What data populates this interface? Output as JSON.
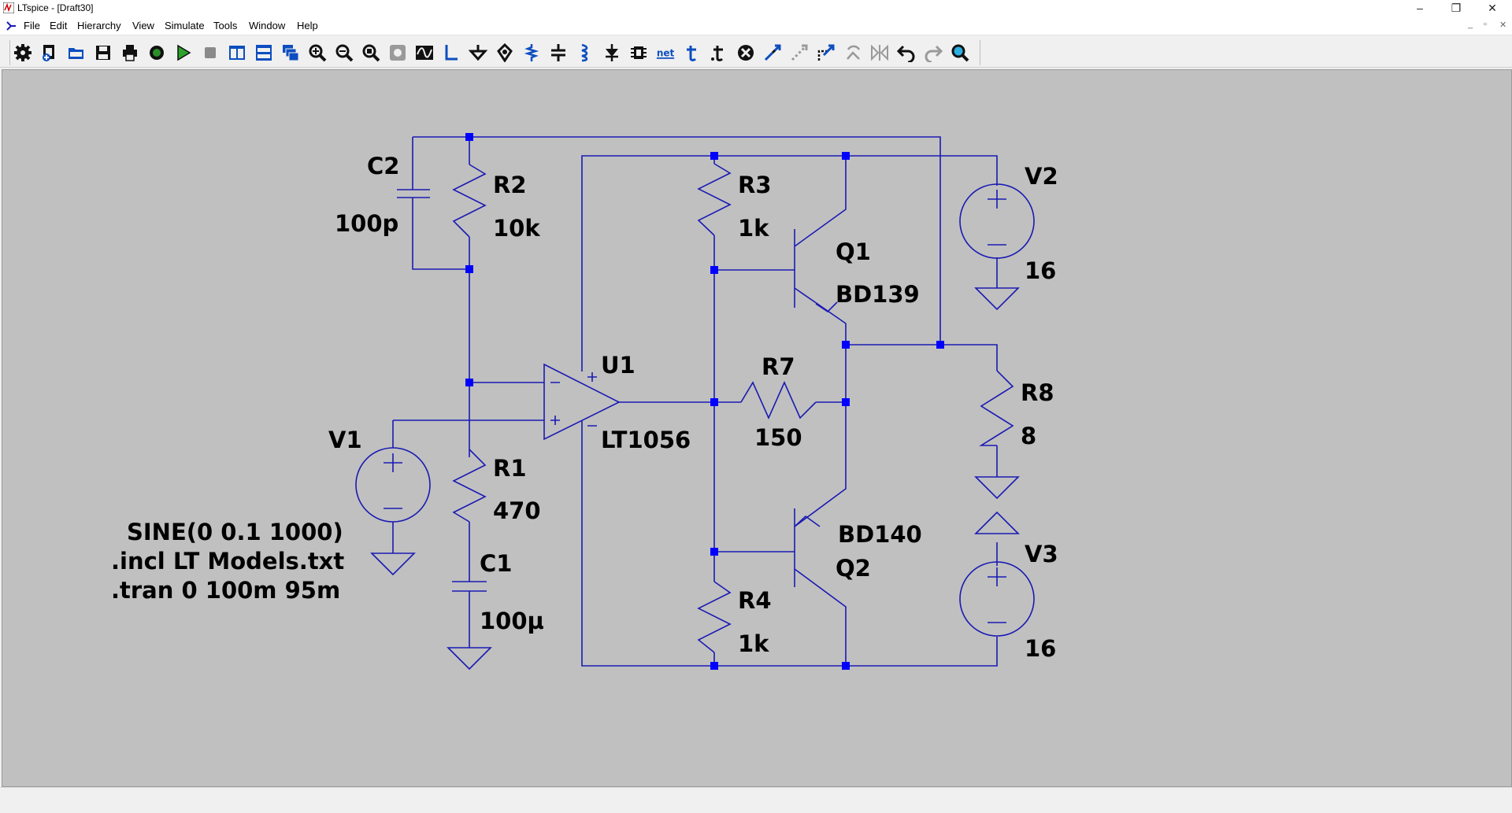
{
  "window": {
    "title": "LTspice - [Draft30]",
    "controls": [
      "–",
      "❐",
      "✕"
    ]
  },
  "menubar": {
    "items": [
      "File",
      "Edit",
      "Hierarchy",
      "View",
      "Simulate",
      "Tools",
      "Window",
      "Help"
    ],
    "mdi_controls": [
      "_",
      "▫",
      "✕"
    ]
  },
  "toolbar": {
    "buttons": [
      "settings",
      "new-schematic",
      "open",
      "save",
      "print",
      "control-panel",
      "run",
      "halt",
      "tile-vertical",
      "tile-horizontal",
      "cascade",
      "zoom-in",
      "zoom-out",
      "zoom-fit",
      "zoom-area",
      "waveform",
      "wire",
      "ground",
      "label-net",
      "resistor",
      "capacitor",
      "inductor",
      "diode",
      "component",
      "net-name",
      "text",
      "spice-directive",
      "delete",
      "duplicate",
      "move",
      "drag",
      "rotate",
      "mirror",
      "undo",
      "redo",
      "find"
    ],
    "net_label": "net"
  },
  "schematic": {
    "colors": {
      "wire": "#1a1ab4",
      "junction": "#0000ff",
      "text": "#000000",
      "canvas": "#c0c0c0"
    },
    "components": {
      "C2": {
        "ref": "C2",
        "value": "100p"
      },
      "R2": {
        "ref": "R2",
        "value": "10k"
      },
      "R3": {
        "ref": "R3",
        "value": "1k"
      },
      "Q1": {
        "ref": "Q1",
        "value": "BD139"
      },
      "V2": {
        "ref": "V2",
        "value": "16"
      },
      "U1": {
        "ref": "U1",
        "value": "LT1056"
      },
      "R7": {
        "ref": "R7",
        "value": "150"
      },
      "R8": {
        "ref": "R8",
        "value": "8"
      },
      "V1": {
        "ref": "V1",
        "value": "SINE(0 0.1 1000)"
      },
      "R1": {
        "ref": "R1",
        "value": "470"
      },
      "C1": {
        "ref": "C1",
        "value": "100µ"
      },
      "Q2": {
        "ref": "Q2",
        "value": "BD140"
      },
      "R4": {
        "ref": "R4",
        "value": "1k"
      },
      "V3": {
        "ref": "V3",
        "value": "16"
      }
    },
    "directives": [
      ".incl LT Models.txt",
      ".tran 0 100m 95m"
    ]
  }
}
